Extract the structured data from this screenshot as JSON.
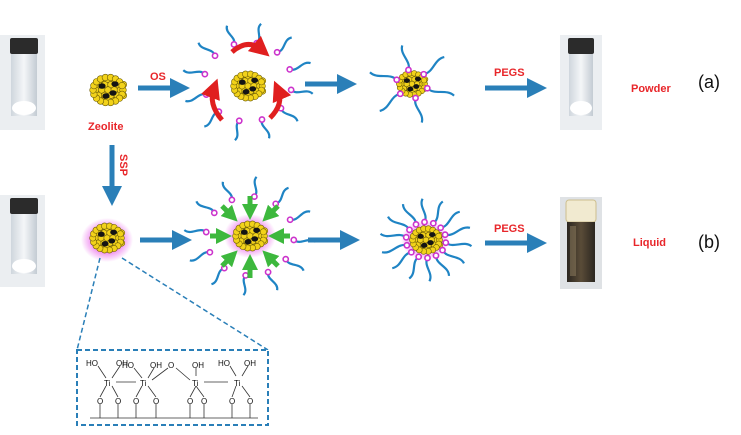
{
  "labels": {
    "zeolite": "Zeolite",
    "os": "OS",
    "ssp": "SSP",
    "pegs_top": "PEGS",
    "pegs_bottom": "PEGS",
    "powder": "Powder",
    "liquid": "Liquid",
    "panel_a": "(a)",
    "panel_b": "(b)"
  },
  "chemistry": {
    "ho": "HO",
    "oh": "OH",
    "ti": "Ti",
    "o": "O"
  },
  "colors": {
    "arrow_blue": "#2a7fb8",
    "chain_blue": "#1f84c4",
    "label_red": "#e8262a",
    "end_group_magenta": "#cc33cc",
    "curved_arrow_red": "#e01f1f",
    "push_arrow_green": "#3db83d",
    "zeolite_yellow": "#f2d21a",
    "inset_border": "#2a7fb8"
  }
}
